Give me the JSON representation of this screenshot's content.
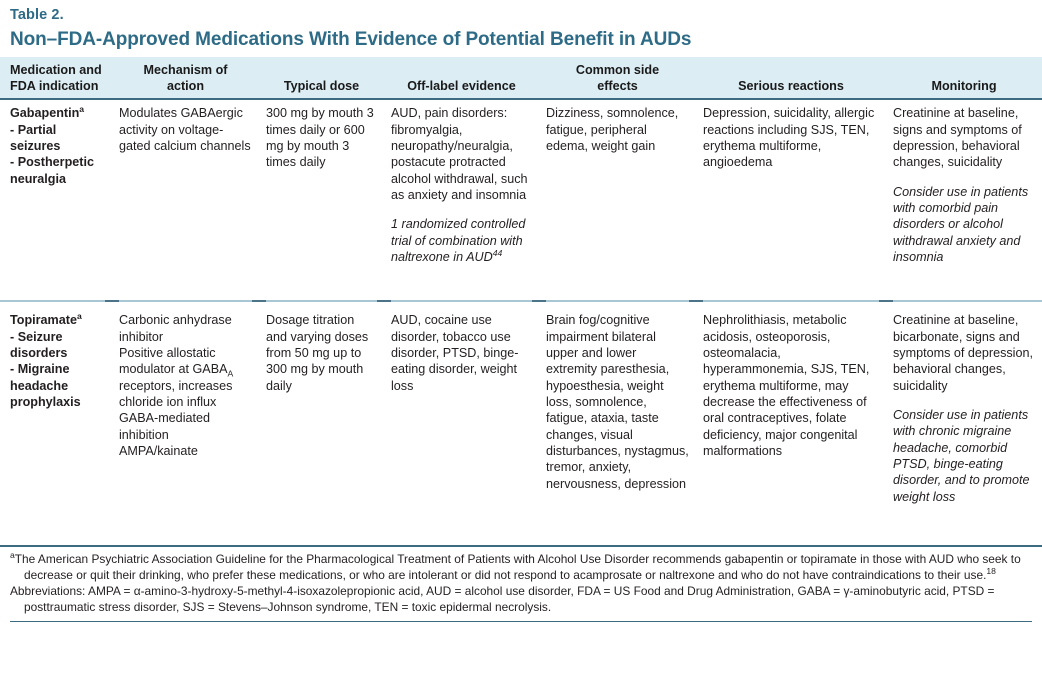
{
  "table": {
    "number": "Table 2.",
    "title": "Non–FDA-Approved Medications With Evidence of Potential Benefit in AUDs",
    "accent_color": "#2e6b86",
    "header_background": "#dcedf4",
    "rule_color": "#3d6b80",
    "columns": [
      {
        "id": "medication",
        "line1": "Medication and",
        "line2": "FDA indication"
      },
      {
        "id": "mechanism",
        "line1": "Mechanism of",
        "line2": "action"
      },
      {
        "id": "dose",
        "line1": "",
        "line2": "Typical dose"
      },
      {
        "id": "offlabel",
        "line1": "",
        "line2": "Off-label evidence"
      },
      {
        "id": "side_effects",
        "line1": "Common side",
        "line2": "effects"
      },
      {
        "id": "serious",
        "line1": "",
        "line2": "Serious reactions"
      },
      {
        "id": "monitoring",
        "line1": "",
        "line2": "Monitoring"
      }
    ],
    "rows": [
      {
        "id": "gabapentin",
        "medication": {
          "name": "Gabapentin",
          "name_sup": "a",
          "indications": [
            "- Partial seizures",
            "- Postherpetic neuralgia"
          ]
        },
        "mechanism": "Modulates GABAergic activity on voltage-gated calcium channels",
        "dose": "300 mg by mouth 3 times daily or 600 mg by mouth 3 times daily",
        "offlabel": "AUD, pain disorders: fibromyalgia, neuropathy/neuralgia, postacute protracted alcohol withdrawal, such as anxiety and insomnia",
        "offlabel_italic": "1 randomized controlled trial of combination with naltrexone in AUD",
        "offlabel_italic_sup": "44",
        "side_effects": "Dizziness, somnolence, fatigue, peripheral edema, weight gain",
        "serious": "Depression, suicidality, allergic reactions including SJS, TEN, erythema multiforme, angioedema",
        "monitoring": "Creatinine at baseline, signs and symptoms of depression, behavioral changes, suicidality",
        "monitoring_italic": "Consider use in patients with comorbid pain disorders or alcohol withdrawal anxiety and insomnia"
      },
      {
        "id": "topiramate",
        "medication": {
          "name": "Topiramate",
          "name_sup": "a",
          "indications": [
            "- Seizure disorders",
            "- Migraine headache prophylaxis"
          ]
        },
        "mechanism_line1": "Carbonic anhydrase inhibitor",
        "mechanism_line2_a": "Positive allostatic modulator at GABA",
        "mechanism_line2_sub": "A",
        "mechanism_line2_b": " receptors, increases chloride ion influx",
        "mechanism_line3": "GABA-mediated inhibition",
        "mechanism_line4": "AMPA/kainate",
        "dose": "Dosage titration and varying doses from 50 mg up to 300 mg by mouth daily",
        "offlabel": "AUD, cocaine use disorder, tobacco use disorder, PTSD, binge-eating disorder, weight loss",
        "side_effects": "Brain fog/cognitive impairment bilateral upper and lower extremity paresthesia, hypoesthesia, weight loss, somnolence, fatigue, ataxia, taste changes, visual disturbances, nystagmus, tremor, anxiety, nervousness, depression",
        "serious": "Nephrolithiasis, metabolic acidosis, osteoporosis, osteomalacia, hyperammonemia, SJS, TEN, erythema multiforme, may decrease the effectiveness of oral contraceptives, folate deficiency, major congenital malformations",
        "monitoring": "Creatinine at baseline, bicarbonate, signs and symptoms of depression, behavioral changes, suicidality",
        "monitoring_italic": "Consider use in patients with chronic migraine headache, comorbid PTSD, binge-eating disorder, and to promote weight loss"
      }
    ],
    "footnotes": {
      "marker_a": "a",
      "note_a": "The American Psychiatric Association Guideline for the Pharmacological Treatment of Patients with Alcohol Use Disorder recommends gabapentin or topiramate in those with AUD who seek to decrease or quit their drinking, who prefer these medications, or who are intolerant or did not respond to acamprosate or naltrexone and who do not have contraindications to their use.",
      "note_a_sup": "18",
      "abbreviations_label": "Abbreviations:",
      "abbreviations": "AMPA = α-amino-3-hydroxy-5-methyl-4-isoxazolepropionic acid, AUD = alcohol use disorder, FDA = US Food and Drug Administration, GABA = γ-aminobutyric acid, PTSD = posttraumatic stress disorder, SJS = Stevens–Johnson syndrome, TEN = toxic epidermal necrolysis."
    }
  }
}
